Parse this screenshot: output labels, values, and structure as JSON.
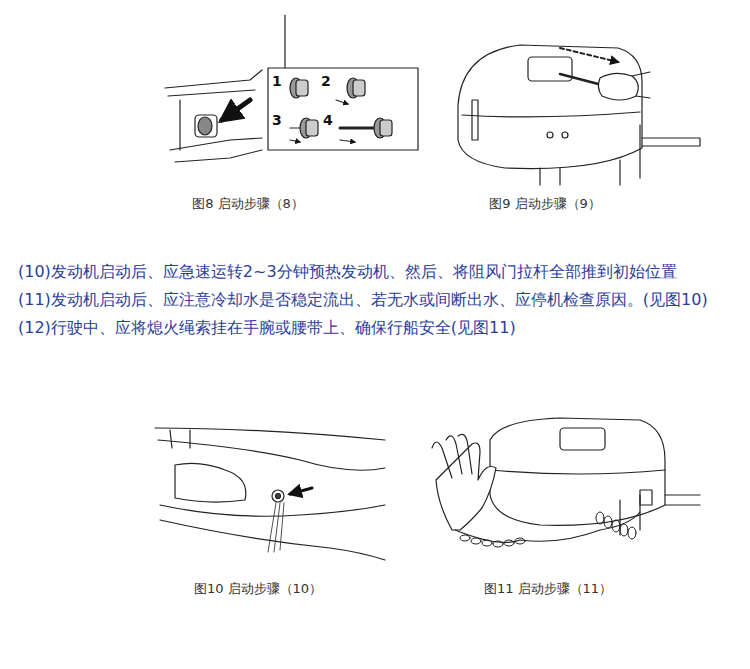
{
  "diagram": {
    "labels": [
      "1",
      "2",
      "3",
      "4",
      "图8 启动步骤（8）",
      "图9 启动步骤（9）",
      "(10)发动机启动后、应急速运转2~3分钟预热发动机、然后、将阻风门拉杆全部推到初始位置",
      "(11)发动机启动后、应注意冷却水是否稳定流出、若无水或间断出水、应停机检查原因。(见图10)",
      "(12)行驶中、应将熄火绳索挂在手腕或腰带上、确保行船安全(见图11)",
      "图10 启动步骤（10）",
      "图11 启动步骤（11）"
    ]
  }
}
